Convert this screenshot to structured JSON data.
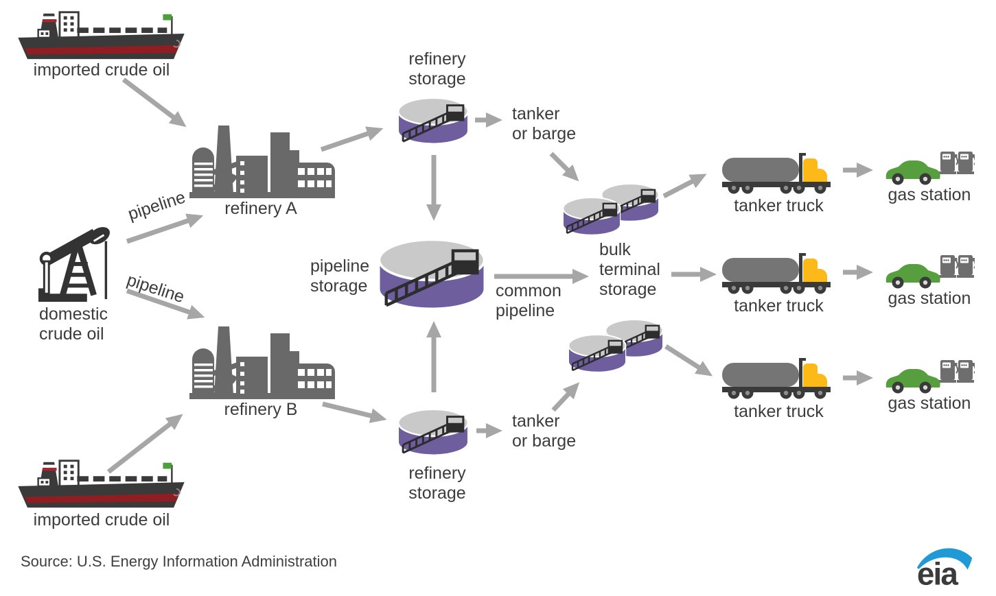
{
  "diagram": {
    "description": "Flow of gasoline from crude oil sources through refineries and storage to gas stations"
  },
  "nodes": {
    "imported_crude_oil_top": {
      "label": "imported crude oil",
      "icon": "oil-tanker-ship"
    },
    "domestic_crude_oil": {
      "label_line1": "domestic",
      "label_line2": "crude oil",
      "icon": "oil-pump-jack"
    },
    "refinery_a": {
      "label": "refinery A",
      "icon": "refinery-factory"
    },
    "refinery_b": {
      "label": "refinery B",
      "icon": "refinery-factory"
    },
    "refinery_storage_top": {
      "label_line1": "refinery",
      "label_line2": "storage",
      "icon": "storage-tank"
    },
    "pipeline_storage": {
      "label_line1": "pipeline",
      "label_line2": "storage",
      "icon": "storage-tank"
    },
    "refinery_storage_bottom": {
      "label_line1": "refinery",
      "label_line2": "storage",
      "icon": "storage-tank"
    },
    "bulk_terminal_storage": {
      "label_line1": "bulk",
      "label_line2": "terminal",
      "label_line3": "storage",
      "icon": "storage-tank-pair"
    },
    "tanker_truck": {
      "label": "tanker truck",
      "icon": "tanker-truck"
    },
    "gas_station": {
      "label": "gas station",
      "icon": "car-and-fuel-pumps"
    },
    "imported_crude_oil_bottom": {
      "label": "imported crude oil",
      "icon": "oil-tanker-ship"
    }
  },
  "edge_labels": {
    "pipeline_to_refinery_a": "pipeline",
    "pipeline_to_refinery_b": "pipeline",
    "tanker_or_barge_top_line1": "tanker",
    "tanker_or_barge_top_line2": "or barge",
    "tanker_or_barge_bottom_line1": "tanker",
    "tanker_or_barge_bottom_line2": "or barge",
    "common_pipeline_line1": "common",
    "common_pipeline_line2": "pipeline"
  },
  "footer": {
    "source_text": "Source: U.S. Energy Information Administration",
    "eia_logo_text": "eia"
  },
  "colors": {
    "tank_purple": "#6e5e9e",
    "tank_top_gray": "#c9c9c9",
    "arrow_gray": "#a6a6a6",
    "icon_dark": "#3a3a3a",
    "factory_gray": "#696969",
    "truck_gray": "#757575",
    "truck_cab_yellow": "#fcb917",
    "car_green": "#569e3e",
    "ship_stripe_red": "#8f1d22",
    "flag_green": "#4f9e3c",
    "eia_blue": "#1f9ad6",
    "text_dark": "#3c3c3c"
  }
}
